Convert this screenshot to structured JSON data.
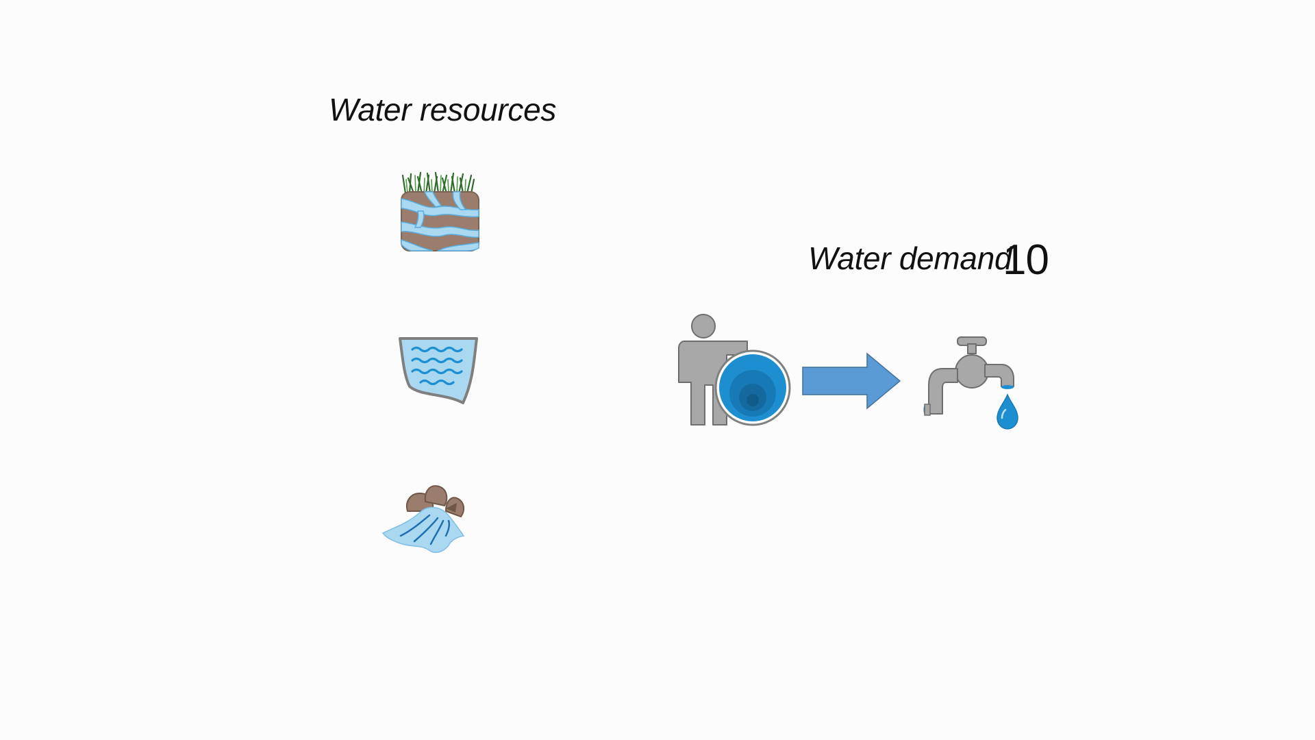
{
  "resources": {
    "title": "Water resources",
    "items": [
      {
        "name": "groundwater",
        "icon": "groundwater-icon"
      },
      {
        "name": "reservoir",
        "icon": "reservoir-icon"
      },
      {
        "name": "river",
        "icon": "river-icon"
      }
    ]
  },
  "demand": {
    "title": "Water demand",
    "value": "10",
    "icons": [
      "water-user-icon",
      "right-arrow-icon",
      "water-tap-icon"
    ]
  },
  "colors": {
    "background": "#fcfcfc",
    "water_light": "#a9d8f0",
    "water_dark": "#1d8fd0",
    "soil": "#9a7d6c",
    "grass": "#3f7d3a",
    "arrow": "#5b9bd5",
    "gray": "#a8a8a8"
  }
}
